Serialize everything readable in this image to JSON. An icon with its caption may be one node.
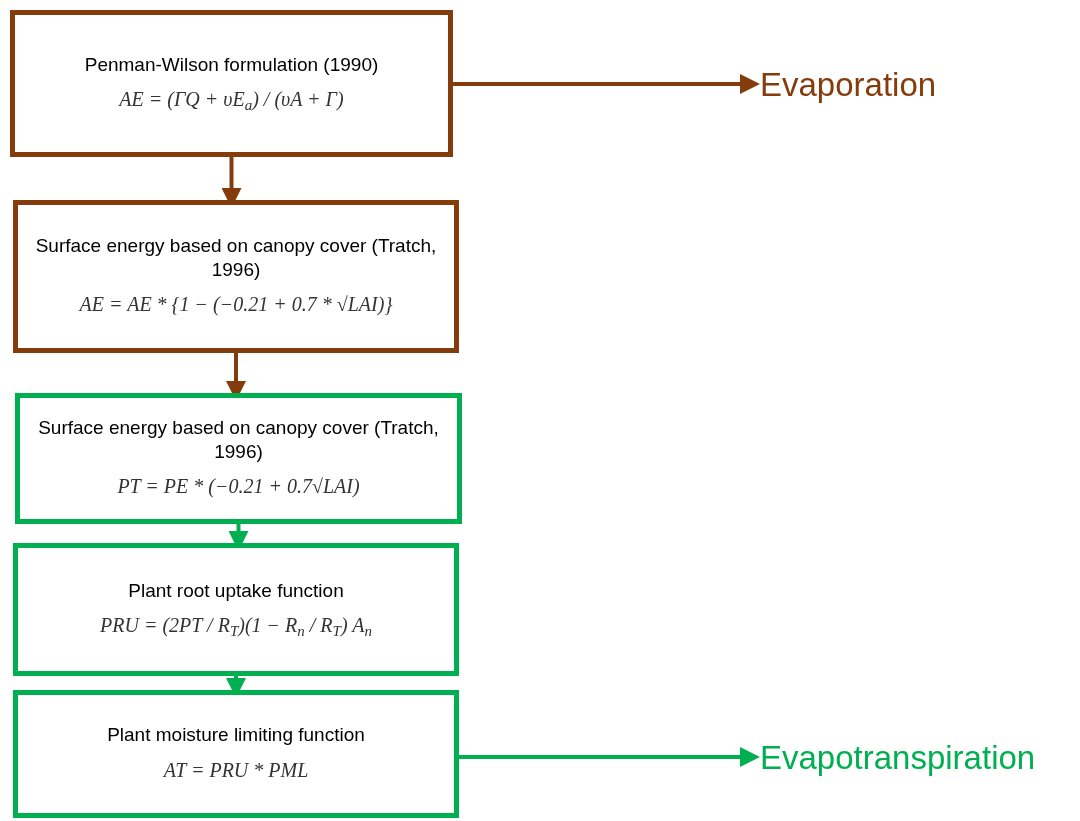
{
  "diagram": {
    "nodes": [
      {
        "text": [
          "Penman-Wilson formulation (1990)",
          "AE = (ΓQ + υE$_{a}$) / (υA + Γ)"
        ]
      },
      {
        "text": [
          "Surface energy based on canopy cover (Tratch, 1996)",
          "AE = AE * {1 − (−0.21 + 0.7 * √LAI)}"
        ]
      },
      {
        "text": [
          "Surface energy based on canopy cover (Tratch, 1996)",
          "PT = PE * (−0.21 + 0.7√LAI)"
        ]
      },
      {
        "text": [
          "Plant root uptake function",
          "PRU = (2PT / R$_{T}$)(1 − R$_{n}$ / R$_{T}$) A$_{n}$"
        ]
      },
      {
        "text": [
          "Plant moisture limiting function",
          "AT = PRU * PML"
        ]
      },
      {
        "text": [
          "Evaporation"
        ]
      },
      {
        "text": [
          "Evapotranspiration"
        ]
      }
    ],
    "edges": [
      {
        "from": 0,
        "to": 5,
        "arrow": "to",
        "color": "#843c0c"
      },
      {
        "from": 0,
        "to": 1,
        "arrow": "to",
        "color": "#843c0c"
      },
      {
        "from": 1,
        "to": 2,
        "arrow": "to",
        "color": "#843c0c"
      },
      {
        "from": 2,
        "to": 3,
        "arrow": "to",
        "color": "#00b050"
      },
      {
        "from": 3,
        "to": 4,
        "arrow": "to",
        "color": "#00b050"
      },
      {
        "from": 4,
        "to": 6,
        "arrow": "to",
        "color": "#00b050"
      }
    ]
  }
}
